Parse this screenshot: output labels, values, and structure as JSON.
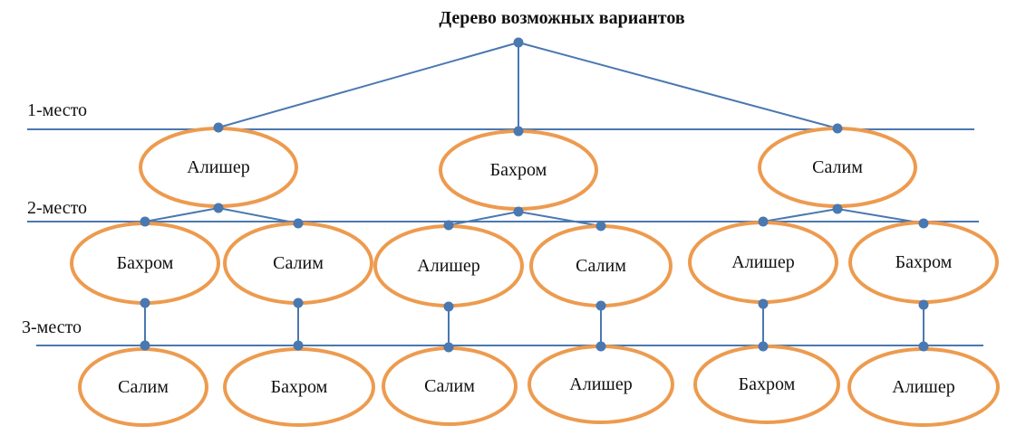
{
  "title": "Дерево возможных вариантов",
  "levels": [
    "1-место",
    "2-место",
    "3-место"
  ],
  "tree": [
    {
      "name": "Алишер",
      "children": [
        {
          "name": "Бахром",
          "child": "Салим"
        },
        {
          "name": "Салим",
          "child": "Бахром"
        }
      ]
    },
    {
      "name": "Бахром",
      "children": [
        {
          "name": "Алишер",
          "child": "Салим"
        },
        {
          "name": "Салим",
          "child": "Алишер"
        }
      ]
    },
    {
      "name": "Салим",
      "children": [
        {
          "name": "Алишер",
          "child": "Бахром"
        },
        {
          "name": "Бахром",
          "child": "Алишер"
        }
      ]
    }
  ],
  "colors": {
    "line": "#4A78B0",
    "ellipse_stroke": "#ED9B4F"
  }
}
